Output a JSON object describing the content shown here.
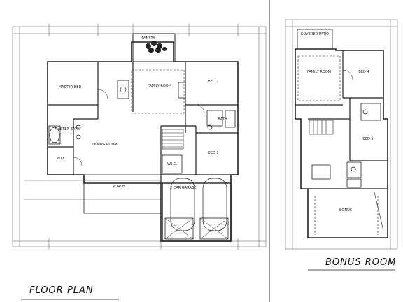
{
  "titles": {
    "floor_plan": "FLOOR PLAN",
    "bonus_room": "BONUS ROOM"
  },
  "main_plan": {
    "rooms": {
      "pantry": "PANTRY",
      "master": "MASTER BED",
      "family": "FAMILY ROOM",
      "bed2": "BED 2",
      "bed3": "BED 3",
      "master_bath": "MASTER BATH",
      "wic": "W.I.C.",
      "dining": "DINING ROOM",
      "porch": "PORCH",
      "garage": "2 CAR GARAGE",
      "bath": "BATH",
      "wic2": "W.I.C."
    }
  },
  "bonus_plan": {
    "rooms": {
      "covered_patio": "COVERED PATIO",
      "family": "FAMILY ROOM",
      "bed4": "BED 4",
      "bed5": "BED 5",
      "bonus": "BONUS"
    }
  },
  "colors": {
    "line": "#222222",
    "dim": "#555555",
    "paper": "#ffffff"
  }
}
